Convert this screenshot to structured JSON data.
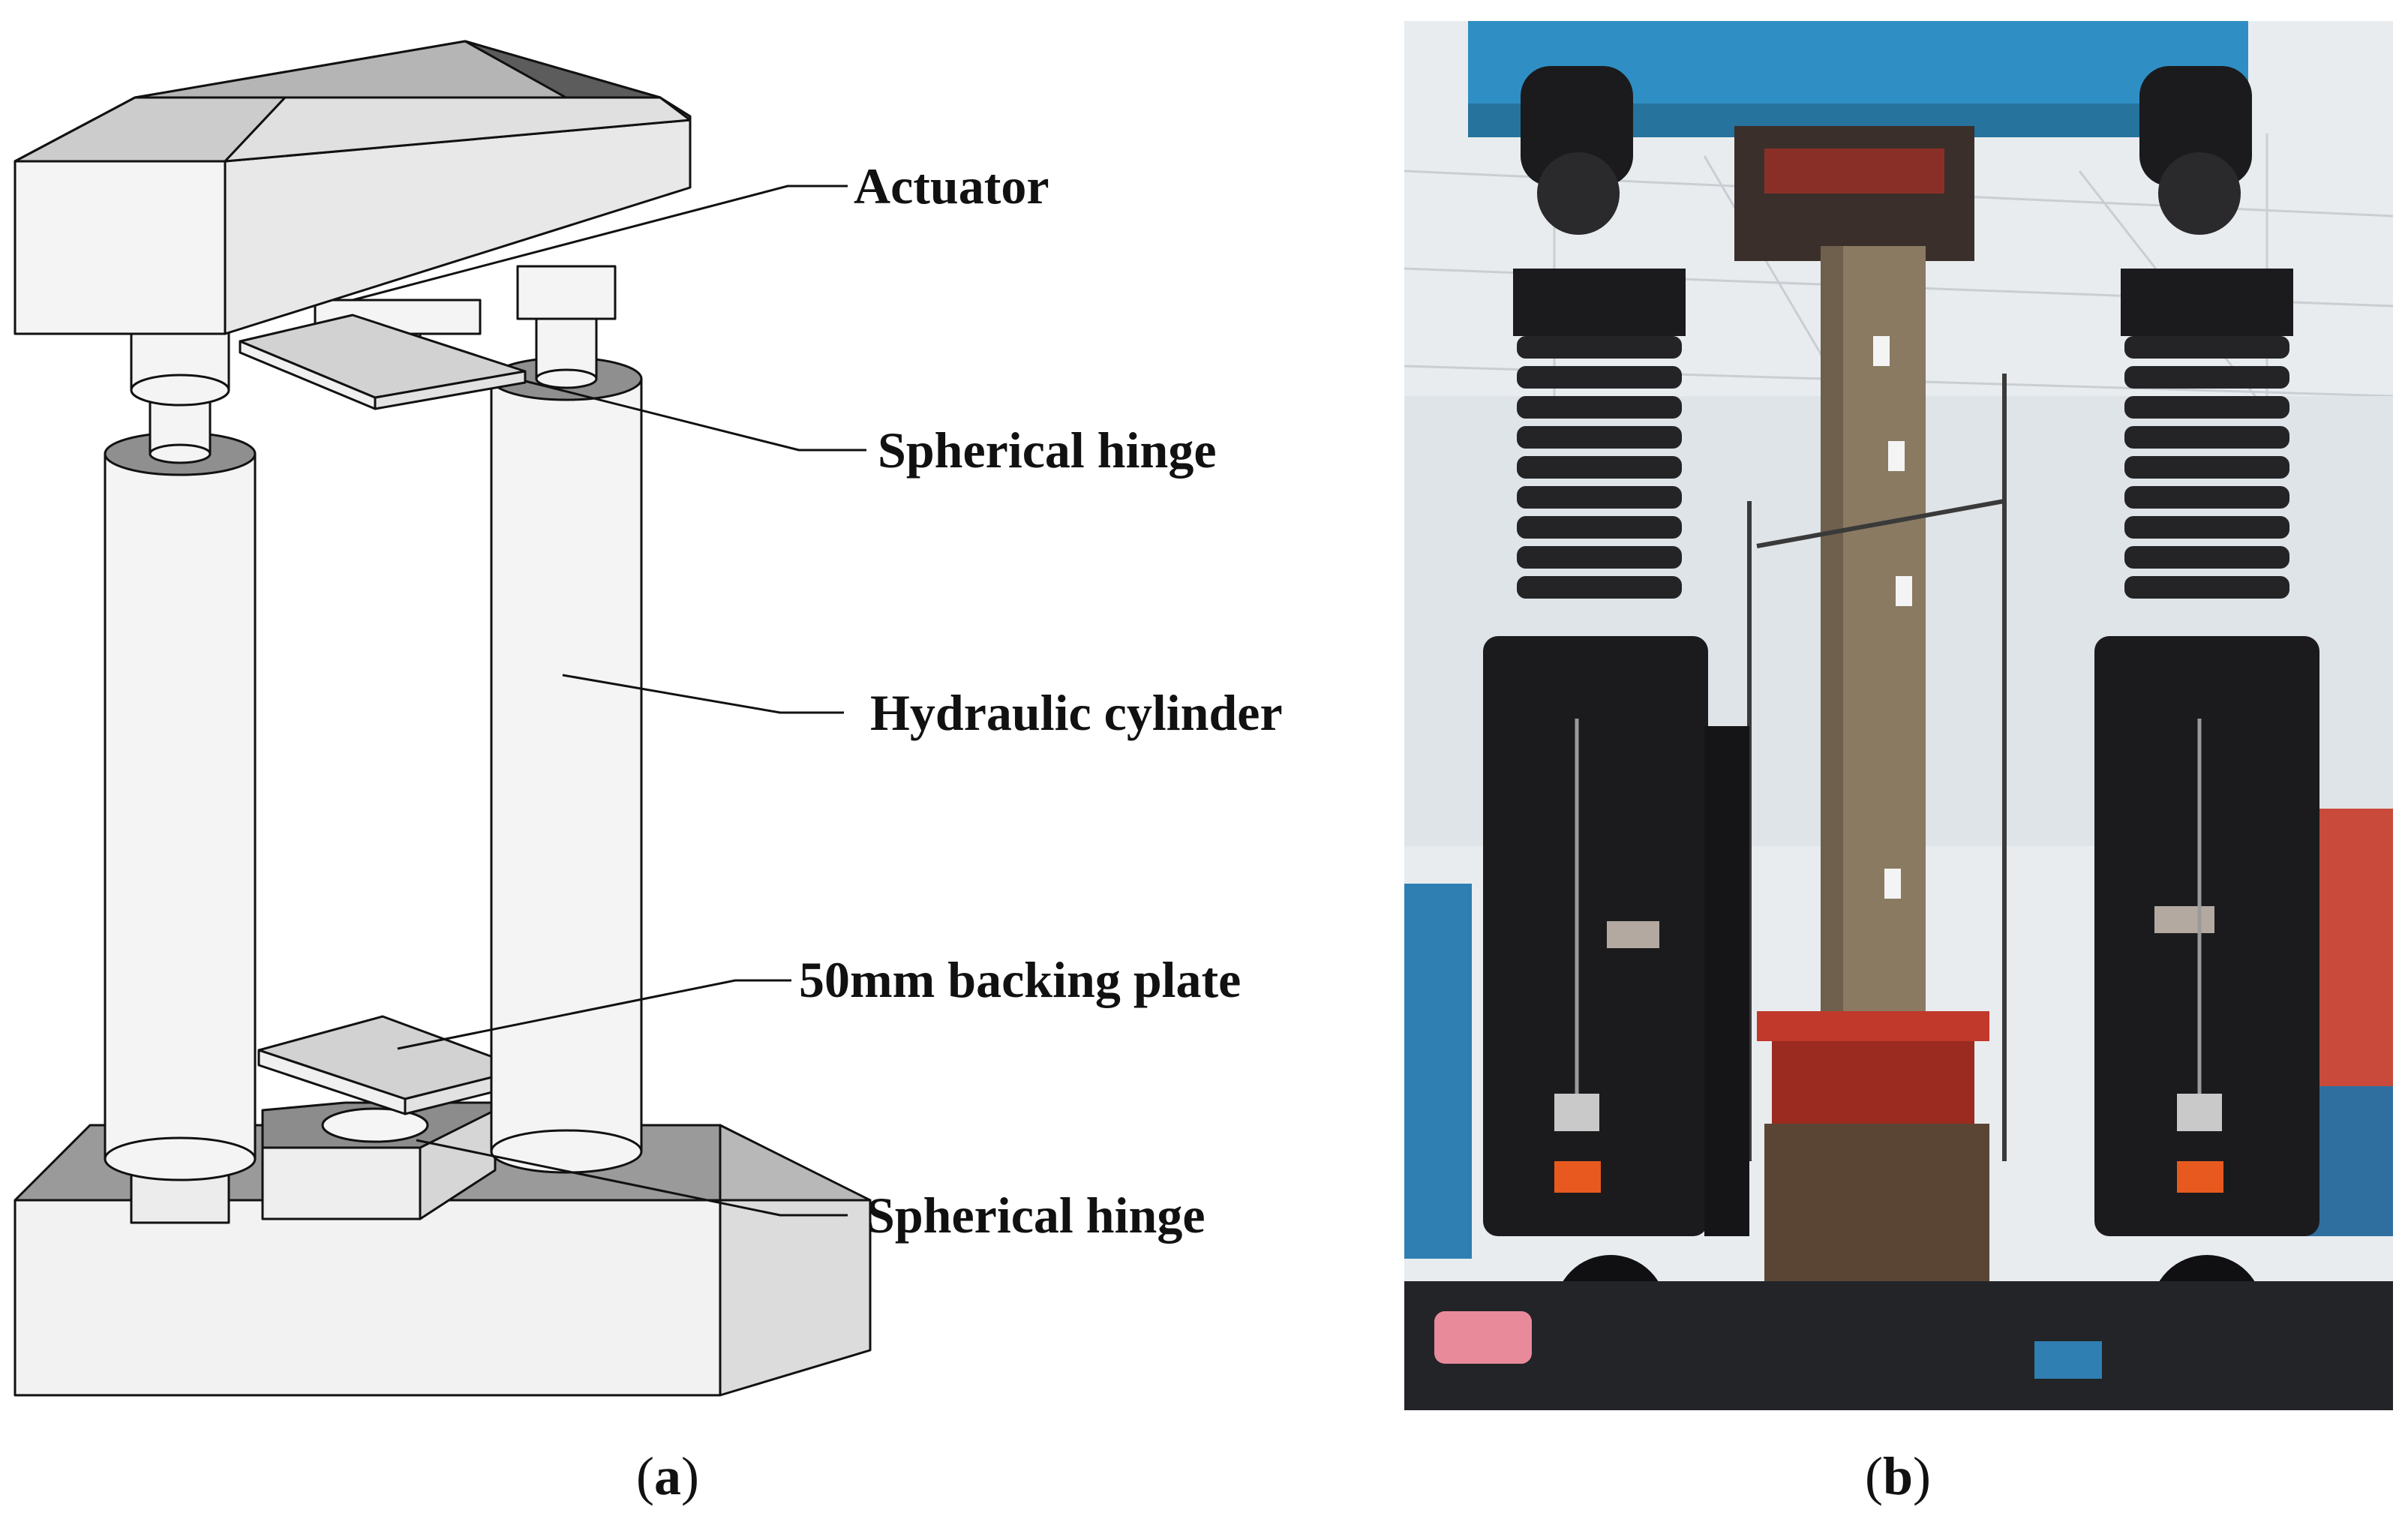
{
  "panel_a": {
    "labels": {
      "actuator": "Actuator",
      "spherical_hinge_top": "Spherical hinge",
      "hydraulic_cylinder": "Hydraulic cylinder",
      "backing_plate": "50mm backing plate",
      "spherical_hinge_bottom": "Spherical hinge"
    },
    "caption": "a"
  },
  "panel_b": {
    "caption": "b",
    "colors": {
      "frame_blue": "#2f8fc4",
      "cylinder_black": "#1b1b1d",
      "specimen_tan": "#8a7a62",
      "red_plate": "#c0392b",
      "orange_sensor": "#e8591f",
      "floor_dark": "#222428",
      "hall_white": "#e8ecef"
    }
  }
}
